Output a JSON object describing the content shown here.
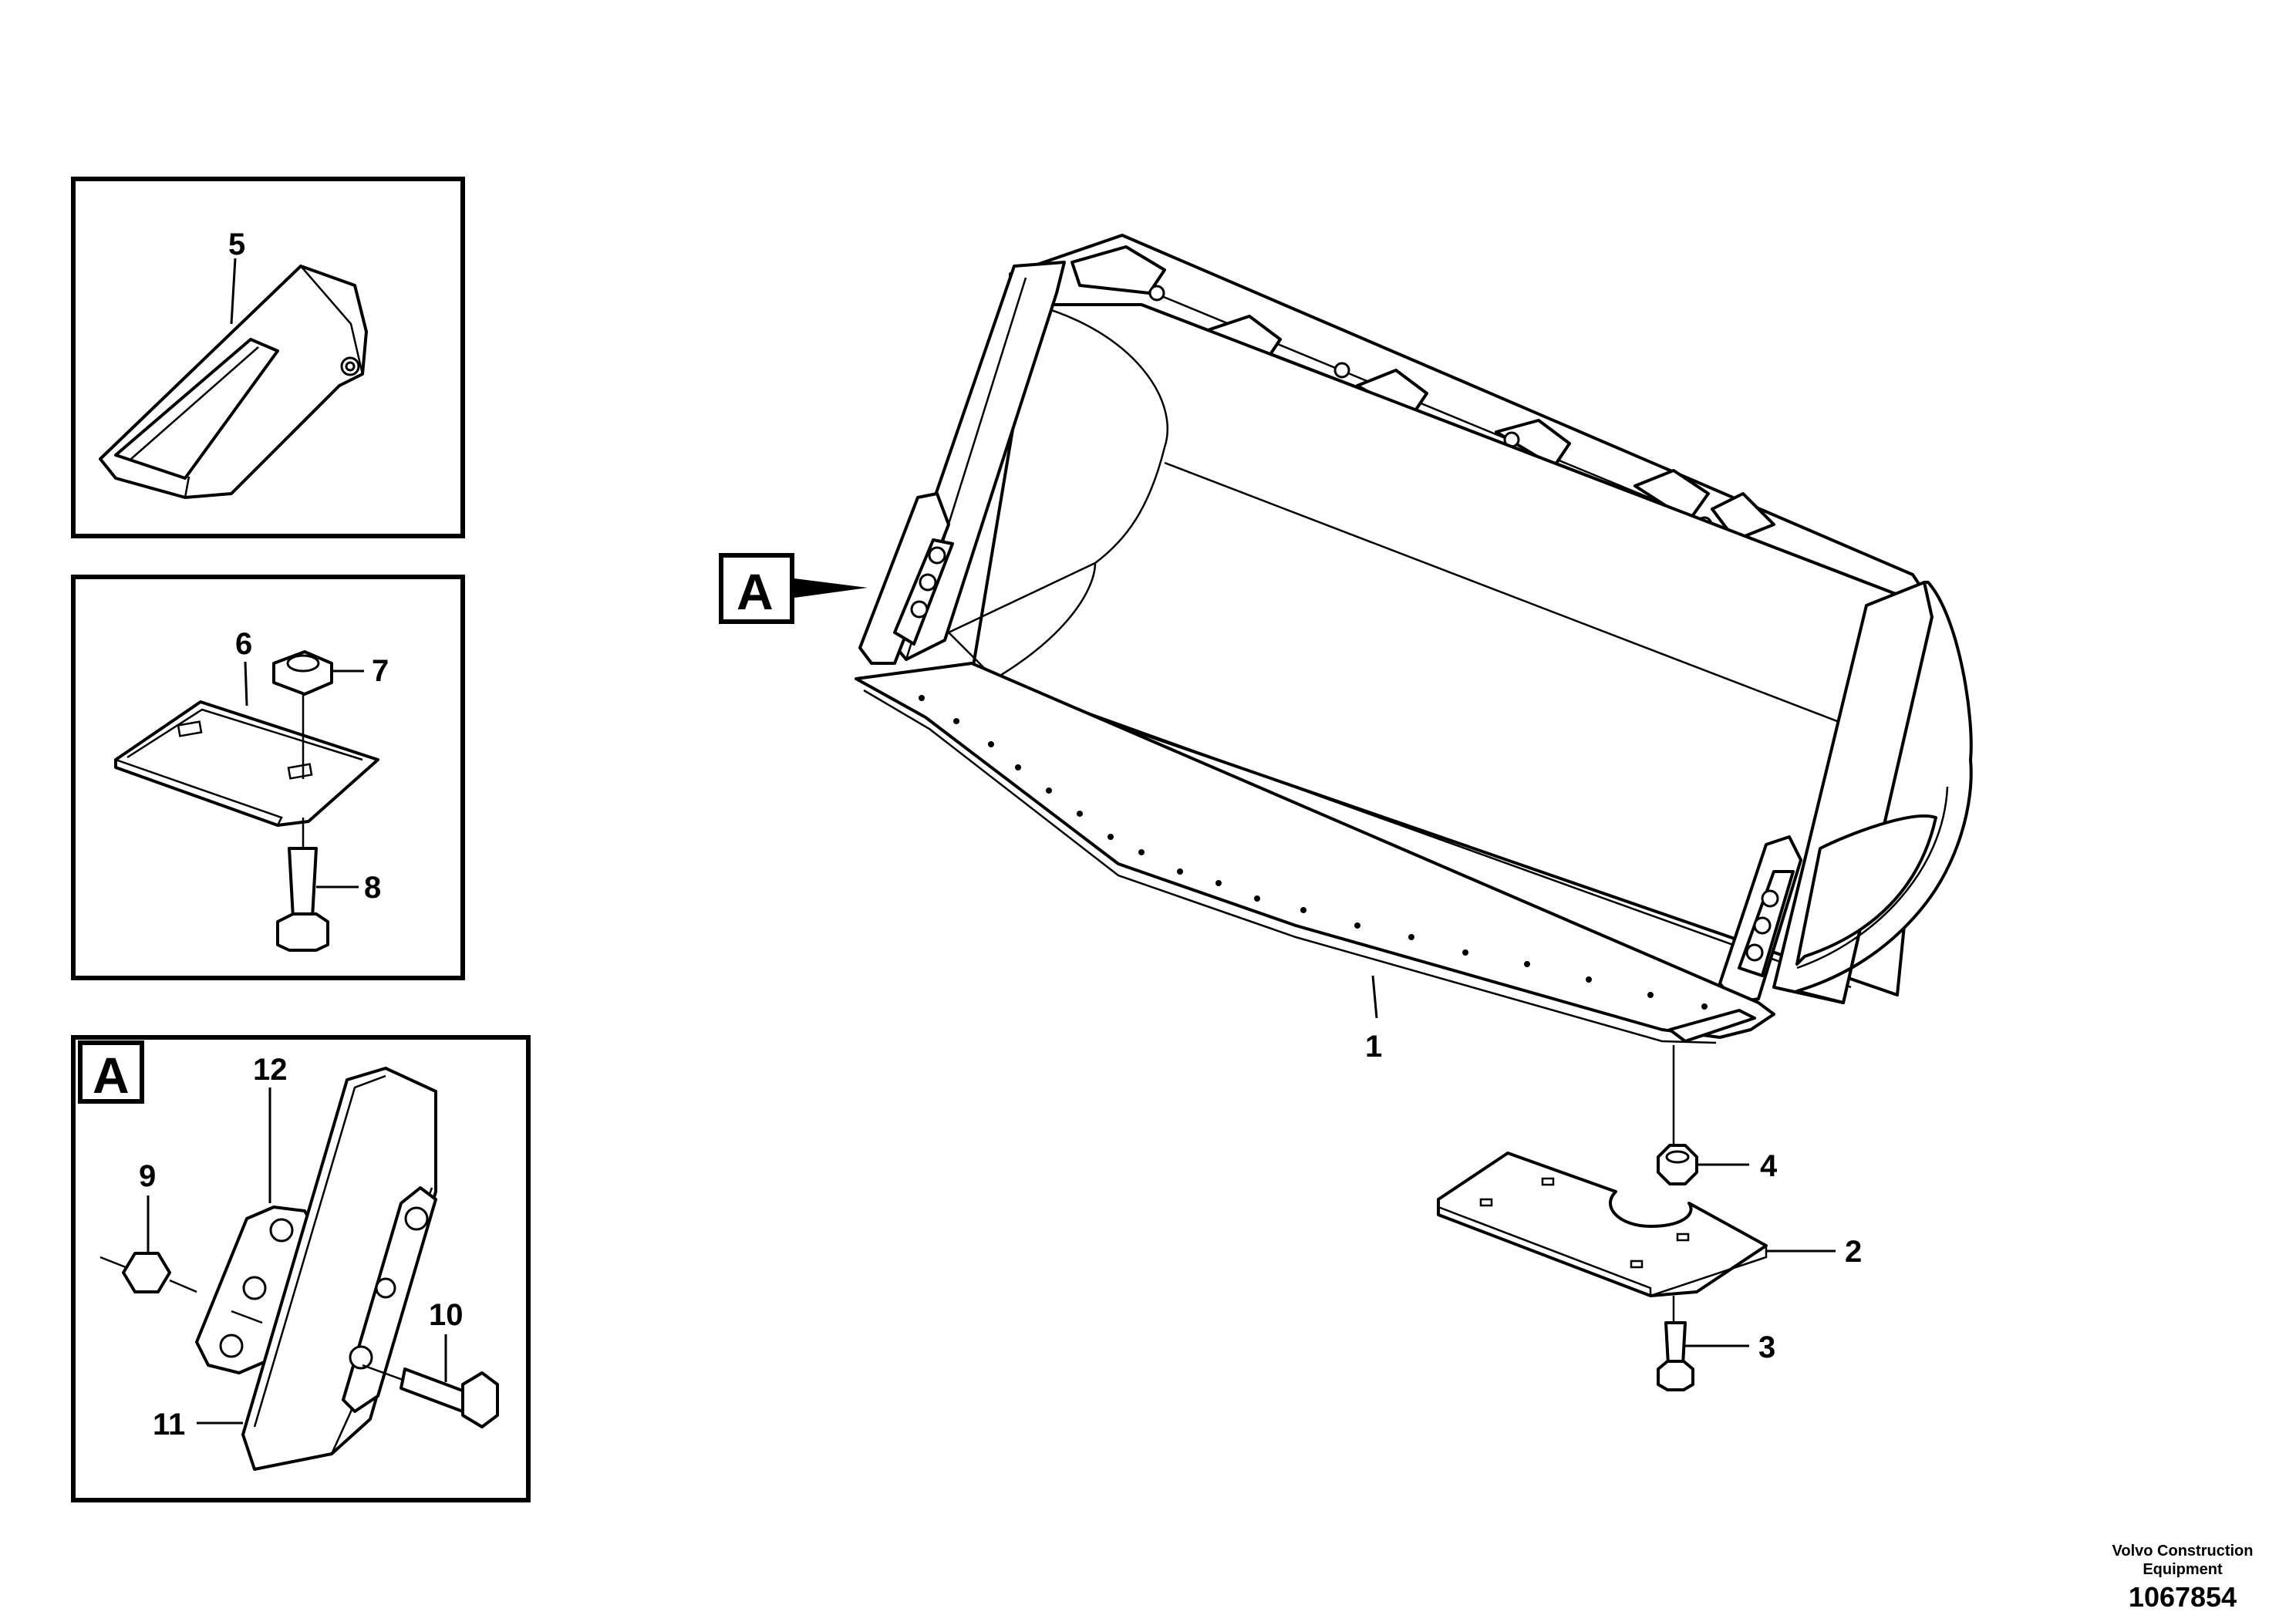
{
  "callouts": {
    "c1": "1",
    "c2": "2",
    "c3": "3",
    "c4": "4",
    "c5": "5",
    "c6": "6",
    "c7": "7",
    "c8": "8",
    "c9": "9",
    "c10": "10",
    "c11": "11",
    "c12": "12"
  },
  "detail_label": "A",
  "detail_label_inset": "A",
  "brand": {
    "line1": "Volvo Construction",
    "line2": "Equipment"
  },
  "drawing_number": "1067854"
}
